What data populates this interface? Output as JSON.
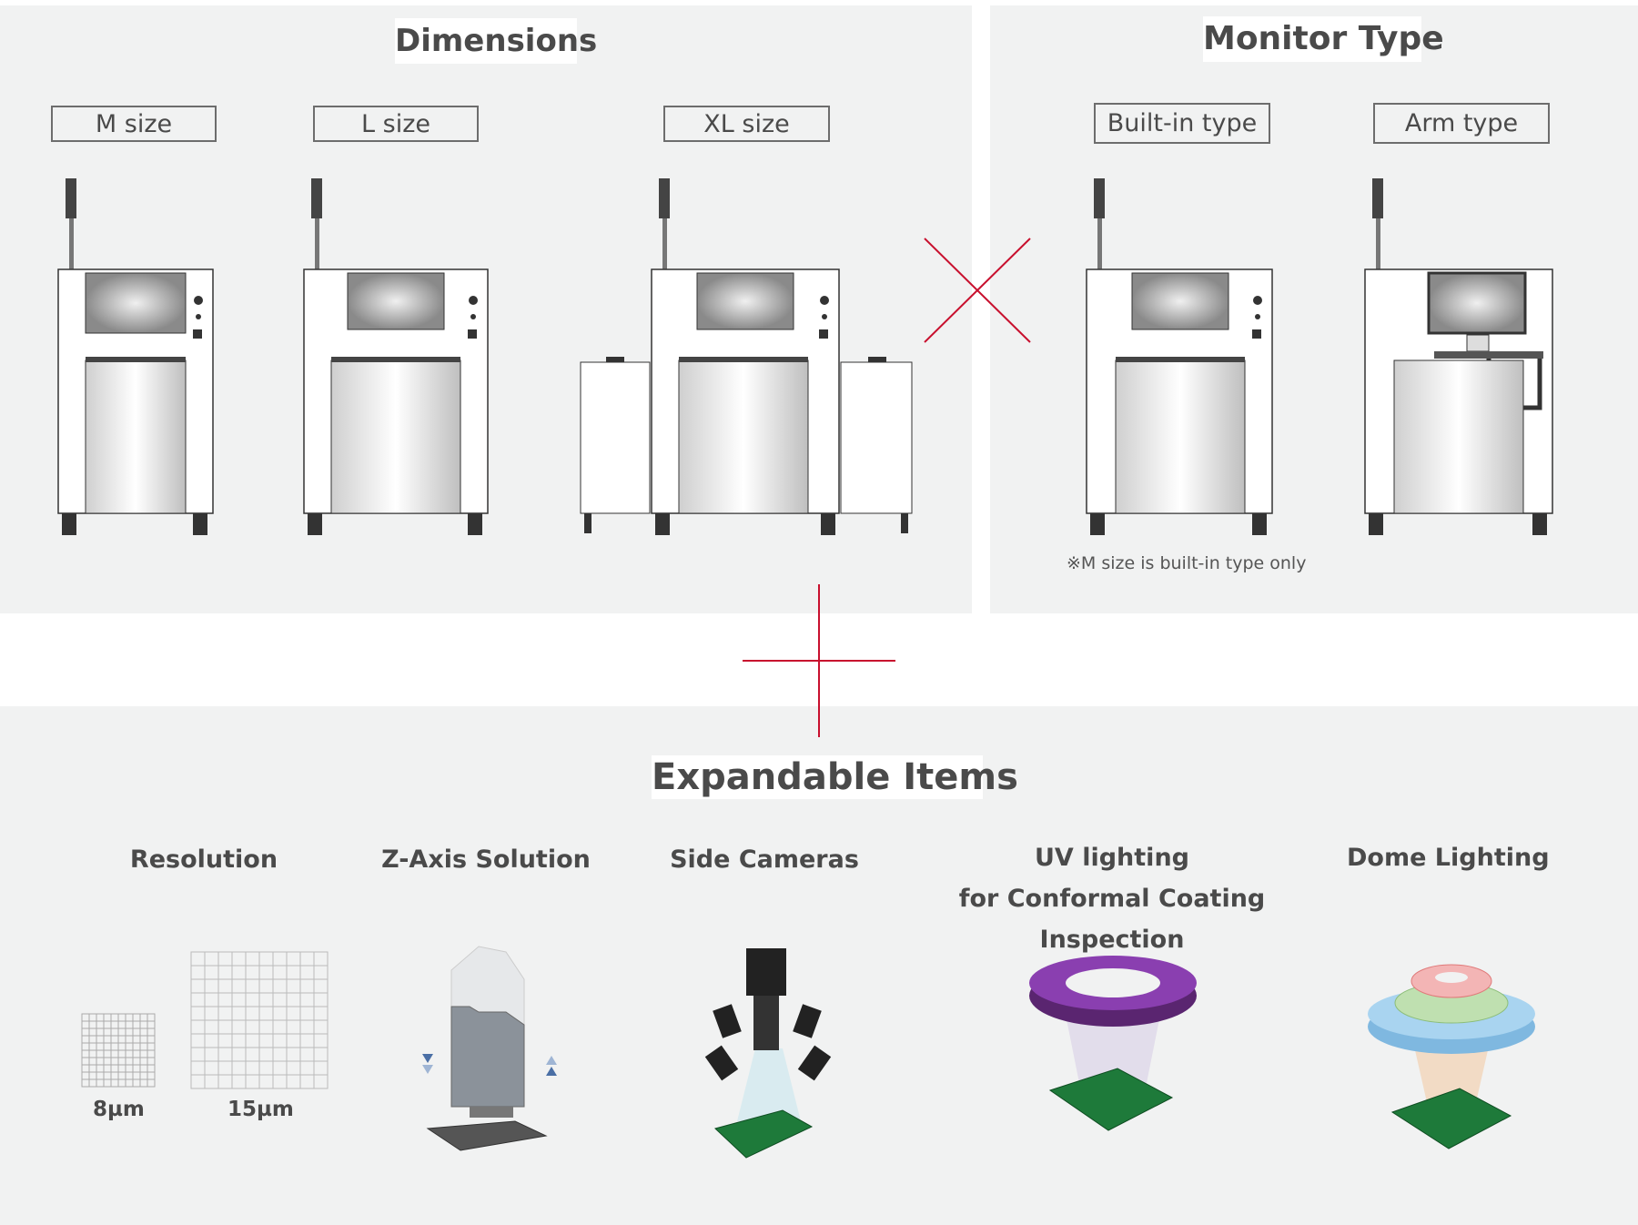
{
  "dimensions": {
    "title": "Dimensions",
    "sizes": [
      "M size",
      "L size",
      "XL size"
    ]
  },
  "monitor": {
    "title": "Monitor Type",
    "types": [
      "Built-in type",
      "Arm type"
    ],
    "note": "※M size is built-in type only"
  },
  "expandable": {
    "title": "Expandable Items",
    "features": [
      "Resolution",
      "Z-Axis Solution",
      "Side Cameras",
      "UV lighting\nfor Conformal Coating Inspection",
      "Dome Lighting"
    ],
    "resolutions": [
      "8µm",
      "15µm"
    ]
  },
  "colors": {
    "panel": "#f1f2f2",
    "accent_red": "#c8102e",
    "text": "#4a4a4a"
  }
}
